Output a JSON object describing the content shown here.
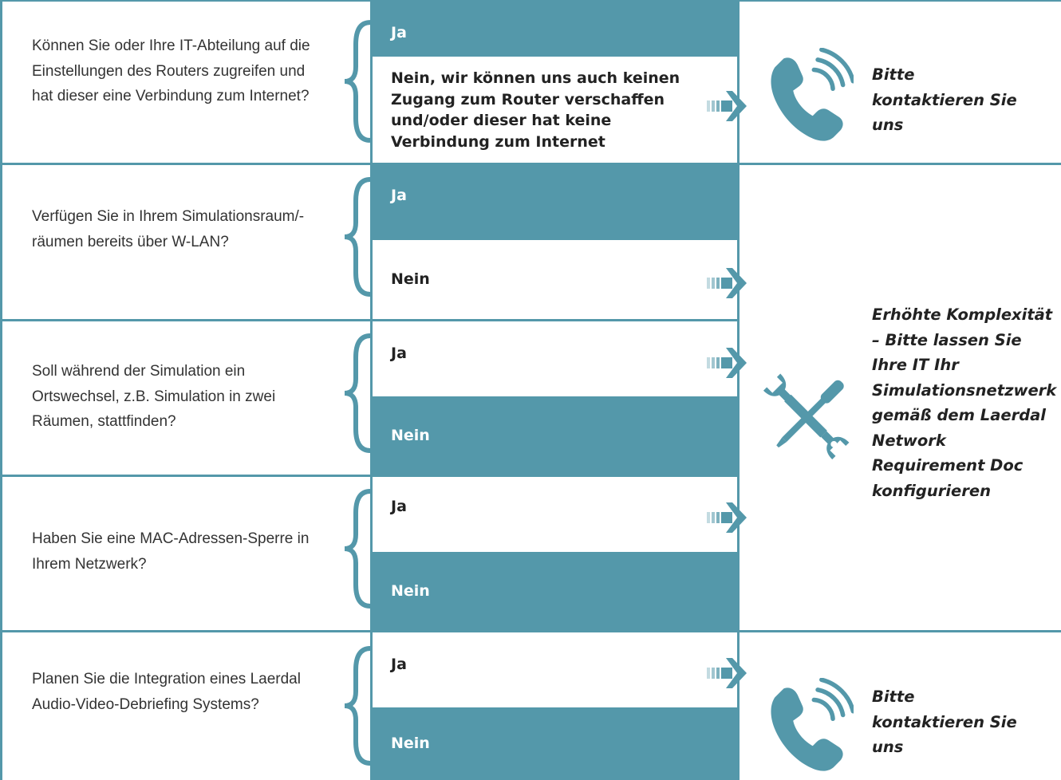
{
  "colors": {
    "accent": "#5498aa",
    "text": "#333333"
  },
  "rows": [
    {
      "question": "Können Sie oder Ihre IT-Abteilung auf die Einstellungen des Routers zugreifen und hat dieser eine Verbindung zum Internet?",
      "yes": "Ja",
      "no": "Nein, wir können uns auch keinen Zugang zum Router verschaffen und/oder dieser hat keine Verbindung zum Internet"
    },
    {
      "question": "Verfügen Sie in Ihrem Simulationsraum/-räumen bereits über W-LAN?",
      "yes": "Ja",
      "no": "Nein"
    },
    {
      "question": "Soll während der Simulation ein Ortswechsel, z.B. Simulation in zwei Räumen, stattfinden?",
      "yes": "Ja",
      "no": "Nein"
    },
    {
      "question": "Haben Sie eine MAC-Adressen-Sperre in Ihrem Netzwerk?",
      "yes": "Ja",
      "no": "Nein"
    },
    {
      "question": "Planen Sie die Integration eines Laerdal Audio-Video-Debriefing Systems?",
      "yes": "Ja",
      "no": "Nein"
    }
  ],
  "results": {
    "contact_top": "Bitte kontaktieren Sie uns",
    "complexity": "Erhöhte Komplexität – Bitte lassen Sie Ihre IT Ihr Simulationsnetzwerk gemäß dem Laerdal Network Requirement Doc konfigurieren",
    "contact_bottom": "Bitte kontaktieren Sie uns"
  },
  "icons": {
    "phone_top": "phone-call-icon",
    "tools": "wrench-screwdriver-icon",
    "phone_bottom": "phone-call-icon"
  }
}
